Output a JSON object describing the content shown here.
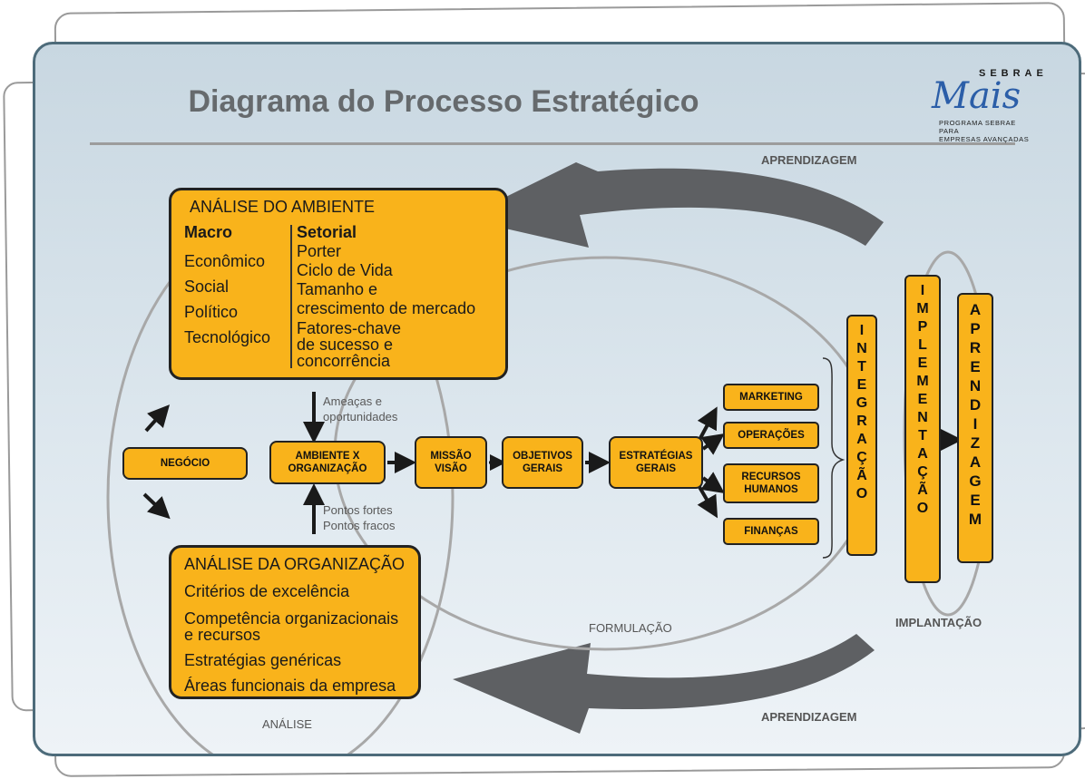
{
  "title": "Diagrama do Processo Estratégico",
  "logo": {
    "brand": "SEBRAE",
    "script": "Mais",
    "tagline_line1": "PROGRAMA SEBRAE PARA",
    "tagline_line2": "EMPRESAS AVANÇADAS"
  },
  "labels": {
    "aprendizagem_top": "APRENDIZAGEM",
    "aprendizagem_bottom": "APRENDIZAGEM",
    "formulacao": "FORMULAÇÃO",
    "implantacao": "IMPLANTAÇÃO",
    "analise": "ANÁLISE"
  },
  "ambiente": {
    "heading": "ANÁLISE DO AMBIENTE",
    "macro_title": "Macro",
    "macro_items": [
      "Econômico",
      "Social",
      "Político",
      "Tecnológico"
    ],
    "setorial_title": "Setorial",
    "setorial_lines": [
      "Porter",
      "Ciclo de Vida",
      "Tamanho e",
      "crescimento de mercado",
      "Fatores-chave",
      "de sucesso e",
      "concorrência"
    ]
  },
  "organizacao": {
    "heading": "ANÁLISE DA ORGANIZAÇÃO",
    "lines": [
      "Critérios de excelência",
      "Competência organizacionais",
      "e recursos",
      "Estratégias genéricas",
      "Áreas funcionais da empresa"
    ]
  },
  "annotations": {
    "ameacas_1": "Ameaças e",
    "ameacas_2": "oportunidades",
    "pontos_1": "Pontos fortes",
    "pontos_2": "Pontos fracos"
  },
  "flow": {
    "negocio": "NEGÓCIO",
    "ambiente_org_1": "AMBIENTE X",
    "ambiente_org_2": "ORGANIZAÇÃO",
    "missao_1": "MISSÃO",
    "missao_2": "VISÃO",
    "objetivos_1": "OBJETIVOS",
    "objetivos_2": "GERAIS",
    "estrategias_1": "ESTRATÉGIAS",
    "estrategias_2": "GERAIS"
  },
  "functions": {
    "marketing": "MARKETING",
    "operacoes": "OPERAÇÕES",
    "rh_1": "RECURSOS",
    "rh_2": "HUMANOS",
    "financas": "FINANÇAS"
  },
  "vertical": {
    "integracao": "INTEGRAÇÃO",
    "implementacao": "IMPLEMENTAÇÃO",
    "aprendizagem": "APRENDIZAGEM"
  },
  "colors": {
    "box_fill": "#f9b31b",
    "arrow_gray": "#5e6063",
    "ellipse": "#a8a8a8"
  }
}
